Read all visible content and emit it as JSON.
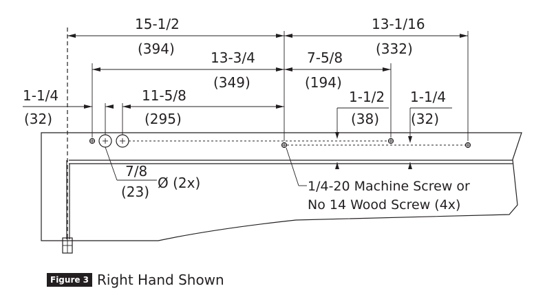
{
  "figure": {
    "badge": "Figure 3",
    "caption": "Right Hand Shown"
  },
  "dimensions": {
    "d1_in": "15-1/2",
    "d1_mm": "(394)",
    "d2_in": "13-1/16",
    "d2_mm": "(332)",
    "d3_in": "13-3/4",
    "d3_mm": "(349)",
    "d4_in": "7-5/8",
    "d4_mm": "(194)",
    "d5_in": "1-1/4",
    "d5_mm": "(32)",
    "d6_in": "11-5/8",
    "d6_mm": "(295)",
    "d7_in": "1-1/2",
    "d7_mm": "(38)",
    "d8_in": "1-1/4",
    "d8_mm": "(32)",
    "hole_in": "7/8",
    "hole_mm": "(23)",
    "hole_sym": "Ø (2x)"
  },
  "notes": {
    "screw_line1": "1/4-20 Machine Screw or",
    "screw_line2": "No 14 Wood Screw (4x)"
  }
}
